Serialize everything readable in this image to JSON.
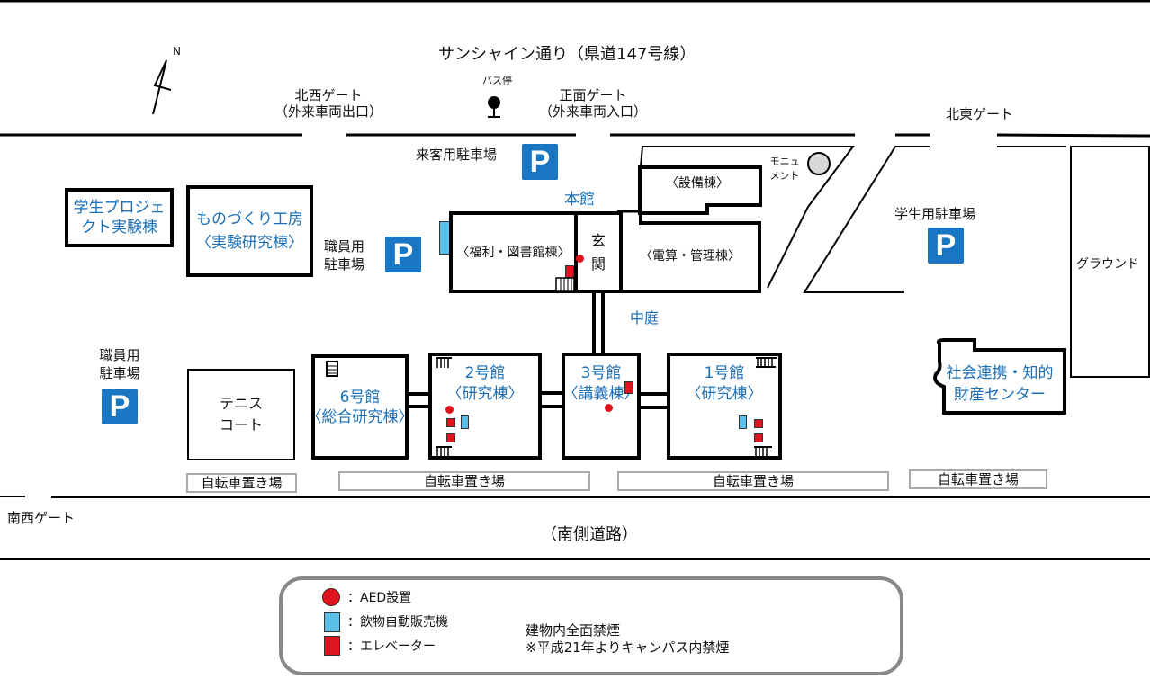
{
  "map": {
    "compass": "N",
    "roads": {
      "north": "サンシャイン通り（県道147号線）",
      "south": "（南側道路）"
    },
    "gates": {
      "northwest": {
        "name": "北西ゲート",
        "note": "（外来車両出口）"
      },
      "front": {
        "name": "正面ゲート",
        "note": "（外来車両入口）"
      },
      "northeast": {
        "name": "北東ゲート"
      },
      "southwest": {
        "name": "南西ゲート"
      }
    },
    "bus_stop": "バス停",
    "parking": {
      "visitor": "来客用駐車場",
      "staff_north": [
        "職員用",
        "駐車場"
      ],
      "staff_west": [
        "職員用",
        "駐車場"
      ],
      "student": "学生用駐車場",
      "symbol": "P"
    },
    "buildings": {
      "student_project": [
        "学生プロジェ",
        "クト実験棟"
      ],
      "monozukuri": [
        "ものづくり工房",
        "〈実験研究棟〉"
      ],
      "main_hall": "本館",
      "welfare_library": "〈福利・図書館棟〉",
      "entrance": [
        "玄",
        "関"
      ],
      "facilities": "〈設備棟〉",
      "computing_admin": "〈電算・管理棟〉",
      "monument": [
        "モニュ",
        "メント"
      ],
      "courtyard": "中庭",
      "bldg6": [
        "6号館",
        "〈総合研究棟〉"
      ],
      "bldg2": [
        "2号館",
        "〈研究棟〉"
      ],
      "bldg3": [
        "3号館",
        "〈講義棟〉"
      ],
      "bldg1": [
        "1号館",
        "〈研究棟〉"
      ],
      "tennis": [
        "テニス",
        "コート"
      ],
      "ground": "グラウンド",
      "center": [
        "社会連携・知的",
        "財産センター"
      ]
    },
    "bike_parking": [
      "自転車置き場",
      "自転車置き場",
      "自転車置き場",
      "自転車置き場"
    ]
  },
  "legend": {
    "aed": "：AED設置",
    "vending": "：飲物自動販売機",
    "elevator": "：エレベーター",
    "smoking_line1": "建物内全面禁煙",
    "smoking_line2": "※平成21年よりキャンパス内禁煙",
    "colors": {
      "aed": "#e0141e",
      "vending": "#5bc0ea",
      "elevator": "#e0141e",
      "parking": "#1976c2",
      "building_label": "#1a6fb8"
    }
  }
}
